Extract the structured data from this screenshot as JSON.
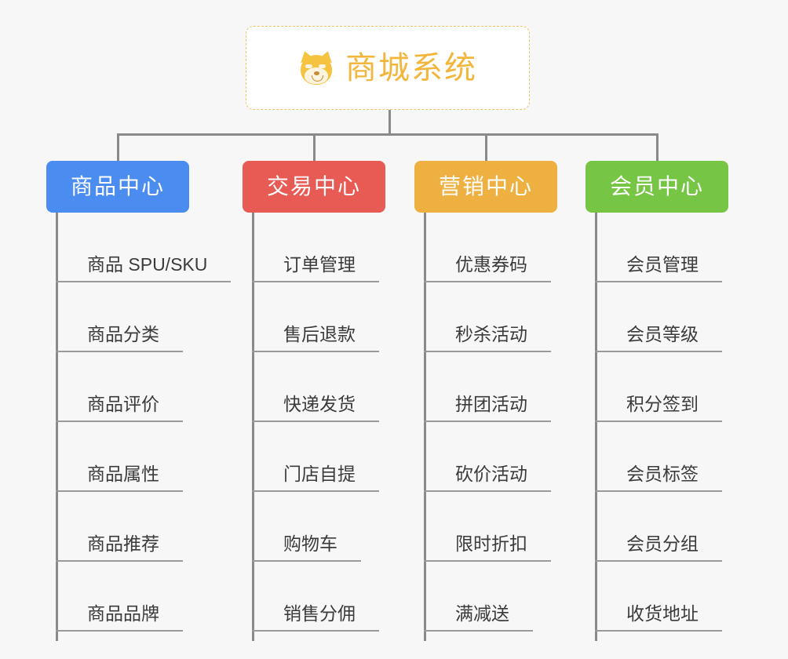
{
  "diagram": {
    "type": "organization-tree",
    "background_color": "#f7f7f7",
    "connector_color": "#8a8a8a"
  },
  "root": {
    "title": "商城系统",
    "icon": "shiba-dog-face-emoji",
    "border_color": "#f0c264",
    "text_color": "#f2b63c",
    "background_color": "#ffffff"
  },
  "categories": [
    {
      "label": "商品中心",
      "color": "#4a8cf0",
      "items": [
        "商品 SPU/SKU",
        "商品分类",
        "商品评价",
        "商品属性",
        "商品推荐",
        "商品品牌"
      ]
    },
    {
      "label": "交易中心",
      "color": "#e85a54",
      "items": [
        "订单管理",
        "售后退款",
        "快递发货",
        "门店自提",
        "购物车",
        "销售分佣"
      ]
    },
    {
      "label": "营销中心",
      "color": "#eeb040",
      "items": [
        "优惠券码",
        "秒杀活动",
        "拼团活动",
        "砍价活动",
        "限时折扣",
        "满减送"
      ]
    },
    {
      "label": "会员中心",
      "color": "#76c544",
      "items": [
        "会员管理",
        "会员等级",
        "积分签到",
        "会员标签",
        "会员分组",
        "收货地址"
      ]
    }
  ]
}
